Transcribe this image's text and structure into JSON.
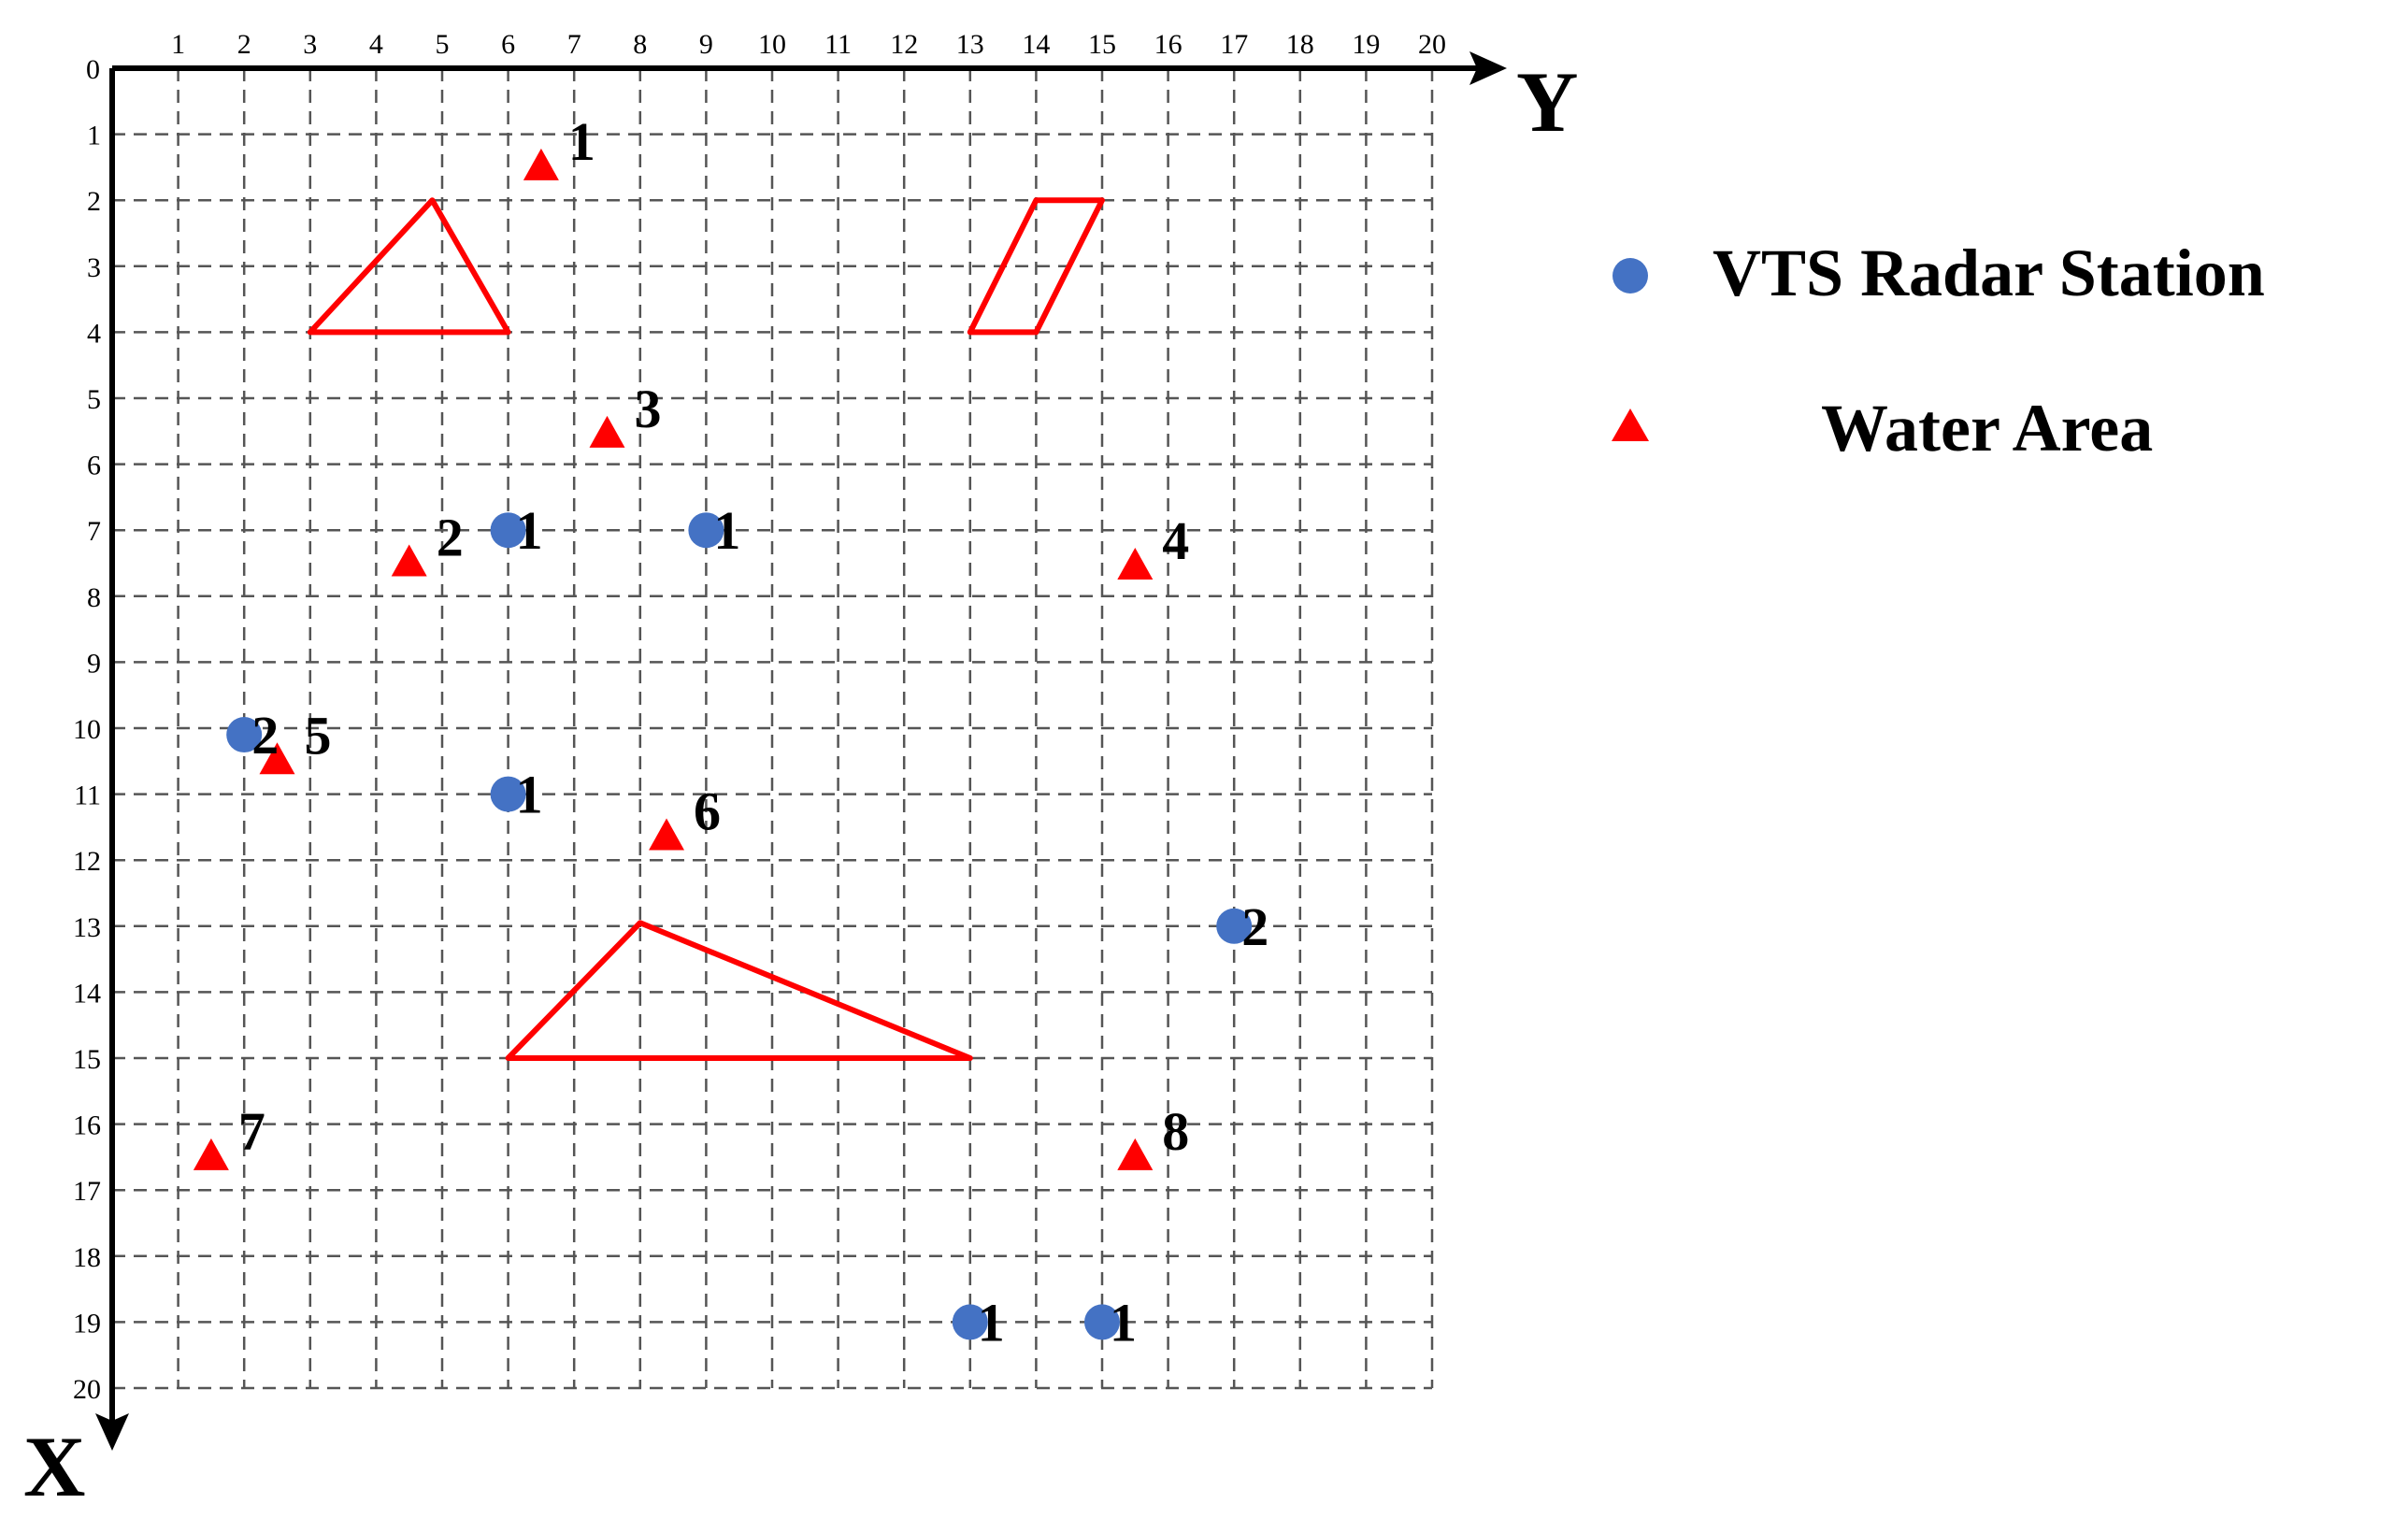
{
  "diagram": {
    "axes": {
      "x_name": "X",
      "y_name": "Y",
      "x_direction": "down",
      "y_direction": "right",
      "x_range": [
        0,
        20
      ],
      "y_range": [
        0,
        20
      ],
      "origin_label": "0",
      "grid": "dashed"
    },
    "y_tick_labels": [
      "1",
      "2",
      "3",
      "4",
      "5",
      "6",
      "7",
      "8",
      "9",
      "10",
      "11",
      "12",
      "13",
      "14",
      "15",
      "16",
      "17",
      "18",
      "19",
      "20"
    ],
    "x_tick_labels": [
      "1",
      "2",
      "3",
      "4",
      "5",
      "6",
      "7",
      "8",
      "9",
      "10",
      "11",
      "12",
      "13",
      "14",
      "15",
      "16",
      "17",
      "18",
      "19",
      "20"
    ],
    "colors": {
      "radar": "#4472c4",
      "water": "#ff0000",
      "grid": "#555555",
      "axis": "#000000"
    },
    "radar_stations": [
      {
        "x": 7,
        "y": 6,
        "label": "1"
      },
      {
        "x": 7,
        "y": 9,
        "label": "1"
      },
      {
        "x": 10.1,
        "y": 2,
        "label": "2"
      },
      {
        "x": 11,
        "y": 6,
        "label": "1"
      },
      {
        "x": 13,
        "y": 17,
        "label": "2"
      },
      {
        "x": 19,
        "y": 13,
        "label": "1"
      },
      {
        "x": 19,
        "y": 15,
        "label": "1"
      }
    ],
    "water_areas": [
      {
        "x": 1.5,
        "y": 6.5,
        "label": "1"
      },
      {
        "x": 7.5,
        "y": 4.5,
        "label": "2"
      },
      {
        "x": 5.55,
        "y": 7.5,
        "label": "3"
      },
      {
        "x": 7.55,
        "y": 15.5,
        "label": "4"
      },
      {
        "x": 10.5,
        "y": 2.5,
        "label": "5"
      },
      {
        "x": 11.65,
        "y": 8.4,
        "label": "6"
      },
      {
        "x": 16.5,
        "y": 1.5,
        "label": "7"
      },
      {
        "x": 16.5,
        "y": 15.5,
        "label": "8"
      }
    ],
    "obstacles": [
      {
        "shape": "triangle",
        "points": [
          [
            4,
            3
          ],
          [
            2,
            4.85
          ],
          [
            4,
            6
          ]
        ]
      },
      {
        "shape": "parallelogram",
        "points": [
          [
            4,
            13
          ],
          [
            2,
            14
          ],
          [
            2,
            15
          ],
          [
            4,
            14
          ]
        ]
      },
      {
        "shape": "triangle",
        "points": [
          [
            15,
            6
          ],
          [
            12.95,
            8
          ],
          [
            15,
            13
          ]
        ]
      }
    ]
  },
  "legend": {
    "items": [
      {
        "label": "VTS Radar Station",
        "marker": "circle",
        "color": "#4472c4"
      },
      {
        "label": "Water Area",
        "marker": "triangle",
        "color": "#ff0000"
      }
    ]
  }
}
